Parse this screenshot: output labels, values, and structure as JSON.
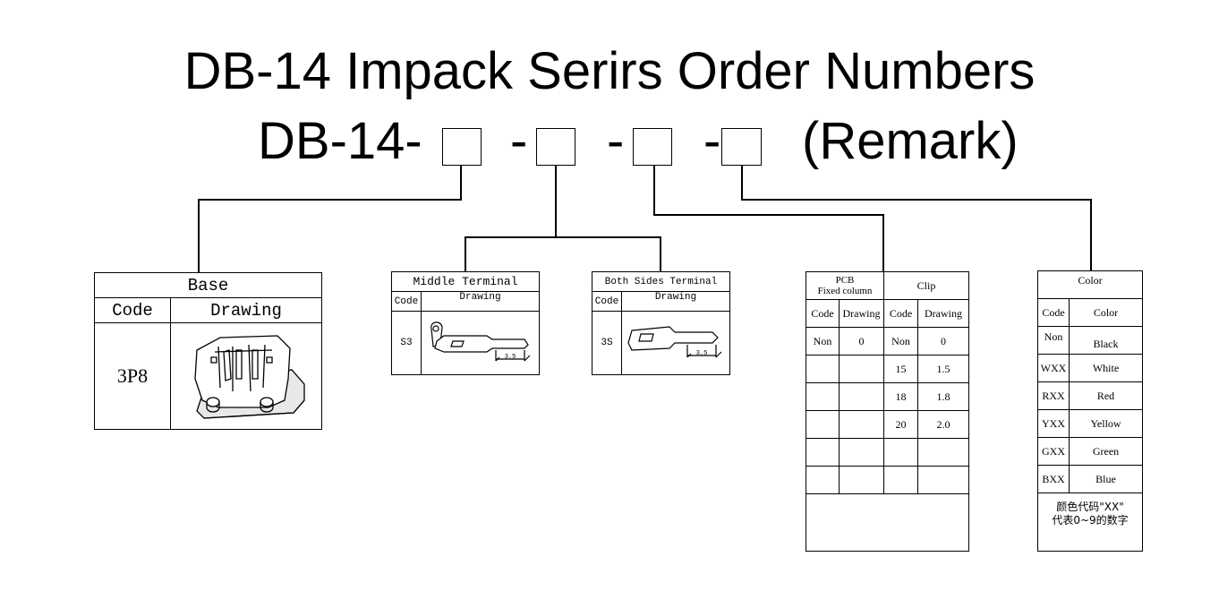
{
  "title": "DB-14 Impack Serirs Order Numbers",
  "formula": {
    "prefix": "DB-14-",
    "dash1": "-",
    "dash2": "-",
    "dash3": "-",
    "remark": "(Remark)"
  },
  "base": {
    "title": "Base",
    "col_code": "Code",
    "col_drawing": "Drawing",
    "code": "3P8"
  },
  "middle_terminal": {
    "title": "Middle Terminal",
    "col_code": "Code",
    "col_drawing": "Drawing",
    "code": "S3",
    "dim": "3.5"
  },
  "both_sides_terminal": {
    "title": "Both Sides Terminal",
    "col_code": "Code",
    "col_drawing": "Drawing",
    "code": "3S",
    "dim": "3.5"
  },
  "pcb_clip": {
    "pcb_title": "PCB\nFixed column",
    "clip_title": "Clip",
    "headers": [
      "Code",
      "Drawing",
      "Code",
      "Drawing"
    ],
    "rows": [
      [
        "Non",
        "0",
        "Non",
        "0"
      ],
      [
        "",
        "",
        "15",
        "1.5"
      ],
      [
        "",
        "",
        "18",
        "1.8"
      ],
      [
        "",
        "",
        "20",
        "2.0"
      ],
      [
        "",
        "",
        "",
        ""
      ],
      [
        "",
        "",
        "",
        ""
      ]
    ]
  },
  "color": {
    "title": "Color",
    "col_code": "Code",
    "col_color": "Color",
    "rows": [
      [
        "Non",
        "Black"
      ],
      [
        "WXX",
        "White"
      ],
      [
        "RXX",
        "Red"
      ],
      [
        "YXX",
        "Yellow"
      ],
      [
        "GXX",
        "Green"
      ],
      [
        "BXX",
        "Blue"
      ]
    ],
    "note_line1": "颜色代码\"XX\"",
    "note_line2": "代表0~9的数字"
  }
}
